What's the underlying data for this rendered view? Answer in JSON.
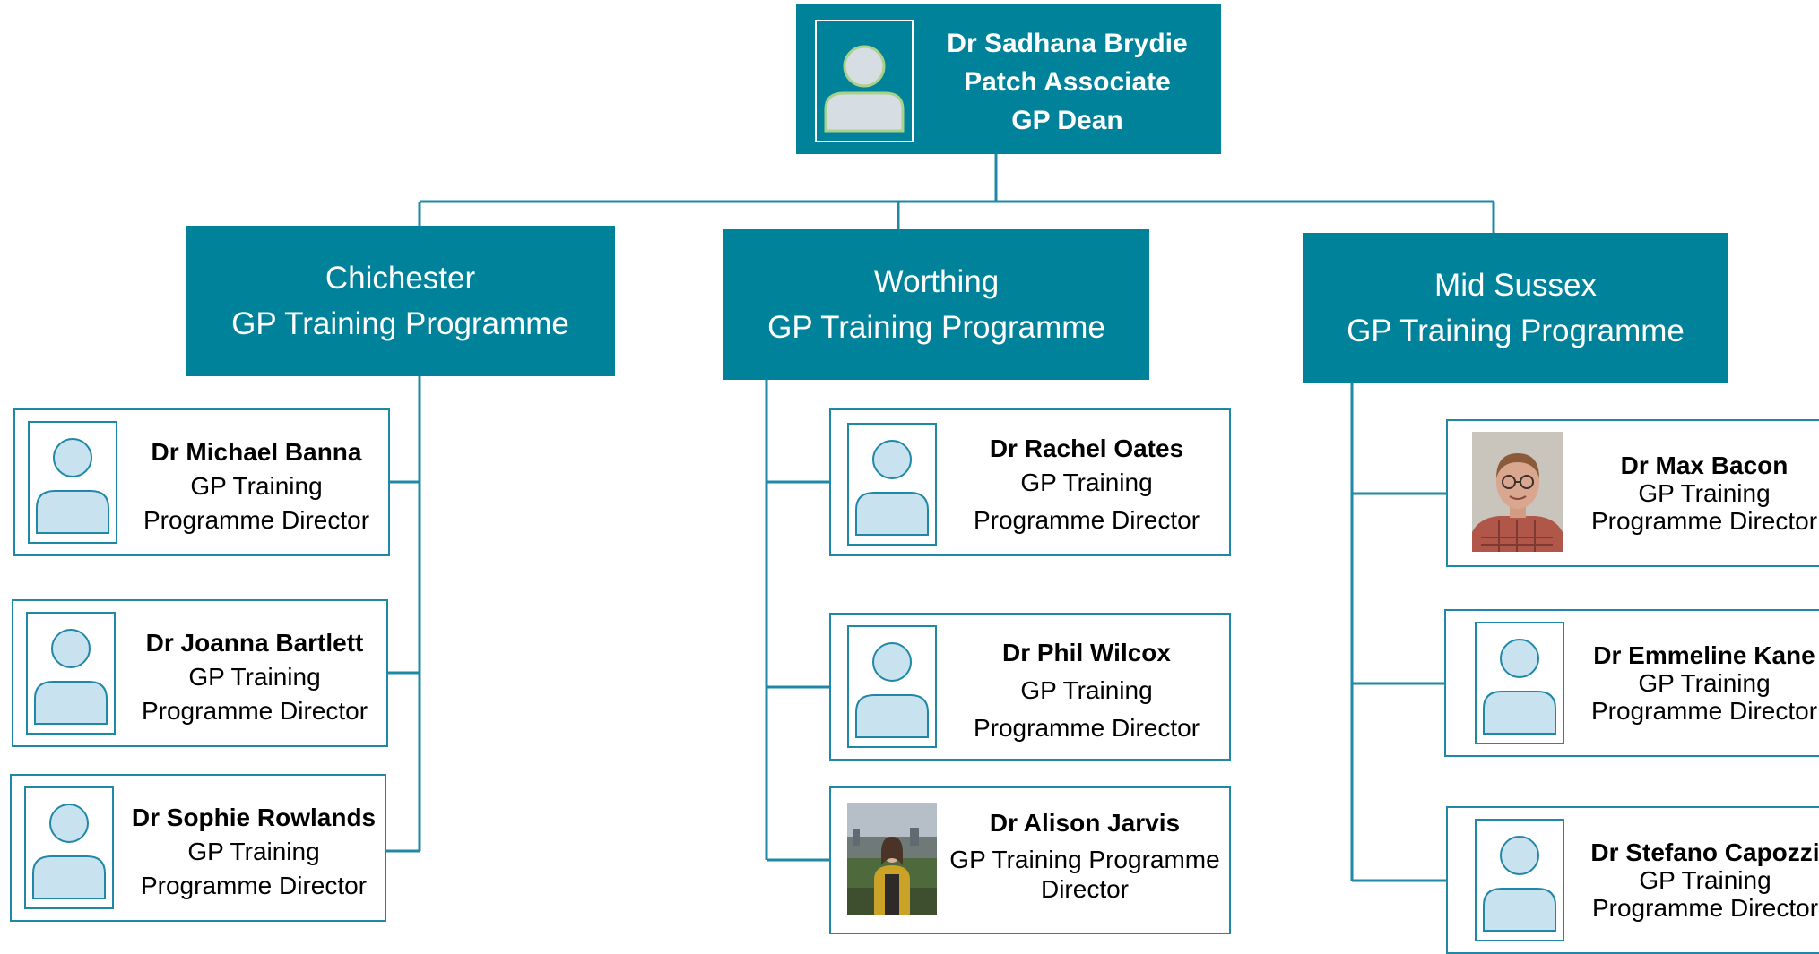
{
  "colors": {
    "teal": "#00829B",
    "teal_line": "#1F88A6",
    "avatar_fill": "#C9E2EF",
    "head_avatar_fill": "#D6DEE3",
    "head_avatar_stroke": "#A9D18E"
  },
  "head": {
    "name": "Dr Sadhana Brydie",
    "role_line1": "Patch Associate",
    "role_line2": "GP Dean",
    "avatar_icon": "person-silhouette-icon"
  },
  "programmes": [
    {
      "line1": "Chichester",
      "line2": "GP Training Programme",
      "members": [
        {
          "name": "Dr Michael Banna",
          "role1": "GP Training",
          "role2": "Programme Director",
          "avatar": "person-silhouette-icon"
        },
        {
          "name": "Dr Joanna Bartlett",
          "role1": "GP Training",
          "role2": "Programme Director",
          "avatar": "person-silhouette-icon"
        },
        {
          "name": "Dr Sophie Rowlands",
          "role1": "GP Training",
          "role2": "Programme Director",
          "avatar": "person-silhouette-icon"
        }
      ]
    },
    {
      "line1": "Worthing",
      "line2": "GP Training Programme",
      "members": [
        {
          "name": "Dr Rachel Oates",
          "role1": "GP Training",
          "role2": "Programme Director",
          "avatar": "person-silhouette-icon"
        },
        {
          "name": "Dr Phil Wilcox",
          "role1": "GP Training",
          "role2": "Programme Director",
          "avatar": "person-silhouette-icon"
        },
        {
          "name": "Dr Alison Jarvis",
          "role1": "GP Training Programme",
          "role2": "Director",
          "avatar": "photo"
        }
      ]
    },
    {
      "line1": "Mid Sussex",
      "line2": "GP Training Programme",
      "members": [
        {
          "name": "Dr Max Bacon",
          "role1": "GP Training",
          "role2": "Programme Director",
          "avatar": "photo"
        },
        {
          "name": "Dr Emmeline Kane",
          "role1": "GP Training",
          "role2": "Programme Director",
          "avatar": "person-silhouette-icon"
        },
        {
          "name": "Dr Stefano Capozzi",
          "role1": "GP Training",
          "role2": "Programme Director",
          "avatar": "person-silhouette-icon"
        }
      ]
    }
  ]
}
